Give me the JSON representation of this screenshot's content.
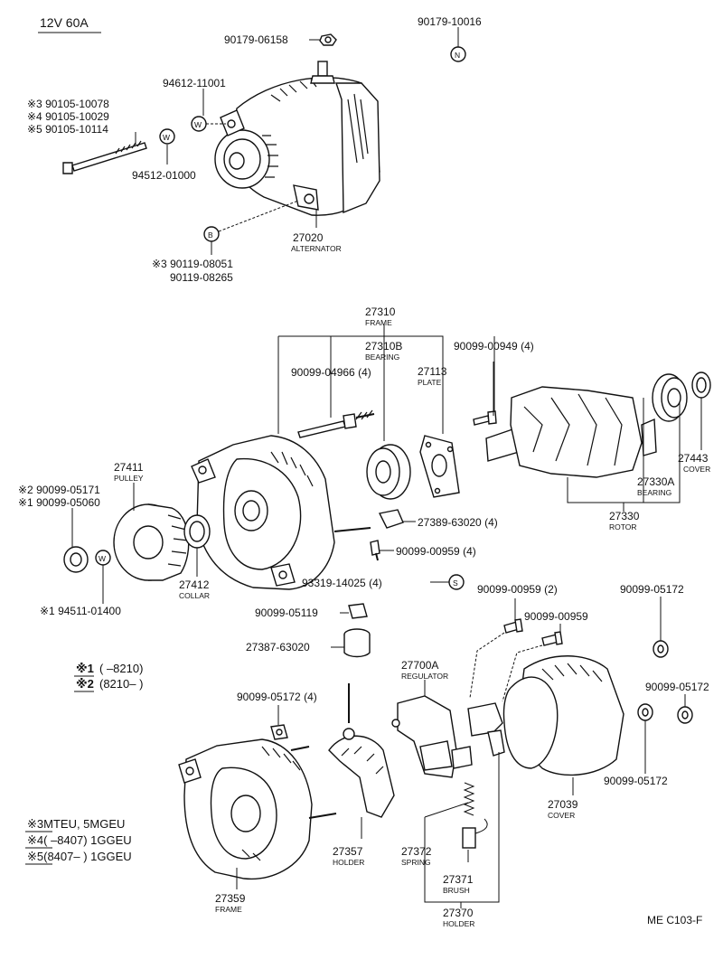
{
  "header": {
    "title": "12V 60A",
    "code": "ME  C103-F"
  },
  "labels": {
    "p1": "90179-06158",
    "p2": "90179-10016",
    "p3": "94612-11001",
    "p4a": "※3 90105-10078",
    "p4b": "※4 90105-10029",
    "p4c": "※5 90105-10114",
    "p5": "94512-01000",
    "p6": "27020",
    "p6c": "ALTERNATOR",
    "p7a": "※3 90119-08051",
    "p7b": "90119-08265",
    "p8": "27310",
    "p8c": "FRAME",
    "p9": "27310B",
    "p9c": "BEARING",
    "p10": "90099-00949 (4)",
    "p11": "90099-04966 (4)",
    "p12": "27113",
    "p12c": "PLATE",
    "p13": "27443",
    "p13c": "COVER",
    "p14": "27330A",
    "p14c": "BEARING",
    "p15": "27330",
    "p15c": "ROTOR",
    "p16": "27411",
    "p16c": "PULLEY",
    "p17a": "※2 90099-05171",
    "p17b": "※1 90099-05060",
    "p18": "27389-63020 (4)",
    "p19": "90099-00959 (4)",
    "p20": "27412",
    "p20c": "COLLAR",
    "p21": "※1 94511-01400",
    "p22": "93319-14025 (4)",
    "p23": "90099-00959 (2)",
    "p24": "90099-00959",
    "p25": "90099-05172",
    "p26": "90099-05119",
    "p27": "27387-63020",
    "p28": "27700A",
    "p28c": "REGULATOR",
    "p29": "90099-05172 (4)",
    "p30": "90099-05172",
    "p31": "90099-05172",
    "p32": "27039",
    "p32c": "COVER",
    "p33": "27357",
    "p33c": "HOLDER",
    "p34": "27372",
    "p34c": "SPRING",
    "p35": "27371",
    "p35c": "BRUSH",
    "p36": "27370",
    "p36c": "HOLDER",
    "p37": "27359",
    "p37c": "FRAME"
  },
  "markers": {
    "n": "N",
    "w": "W",
    "b": "B",
    "s": "S"
  },
  "notes": {
    "n1a": "※1",
    "n1b": "(        –8210)",
    "n2a": "※2",
    "n2b": "(8210–        )",
    "n3": "※3MTEU, 5MGEU",
    "n4": "※4(        –8407) 1GGEU",
    "n5": "※5(8407–        ) 1GGEU"
  }
}
